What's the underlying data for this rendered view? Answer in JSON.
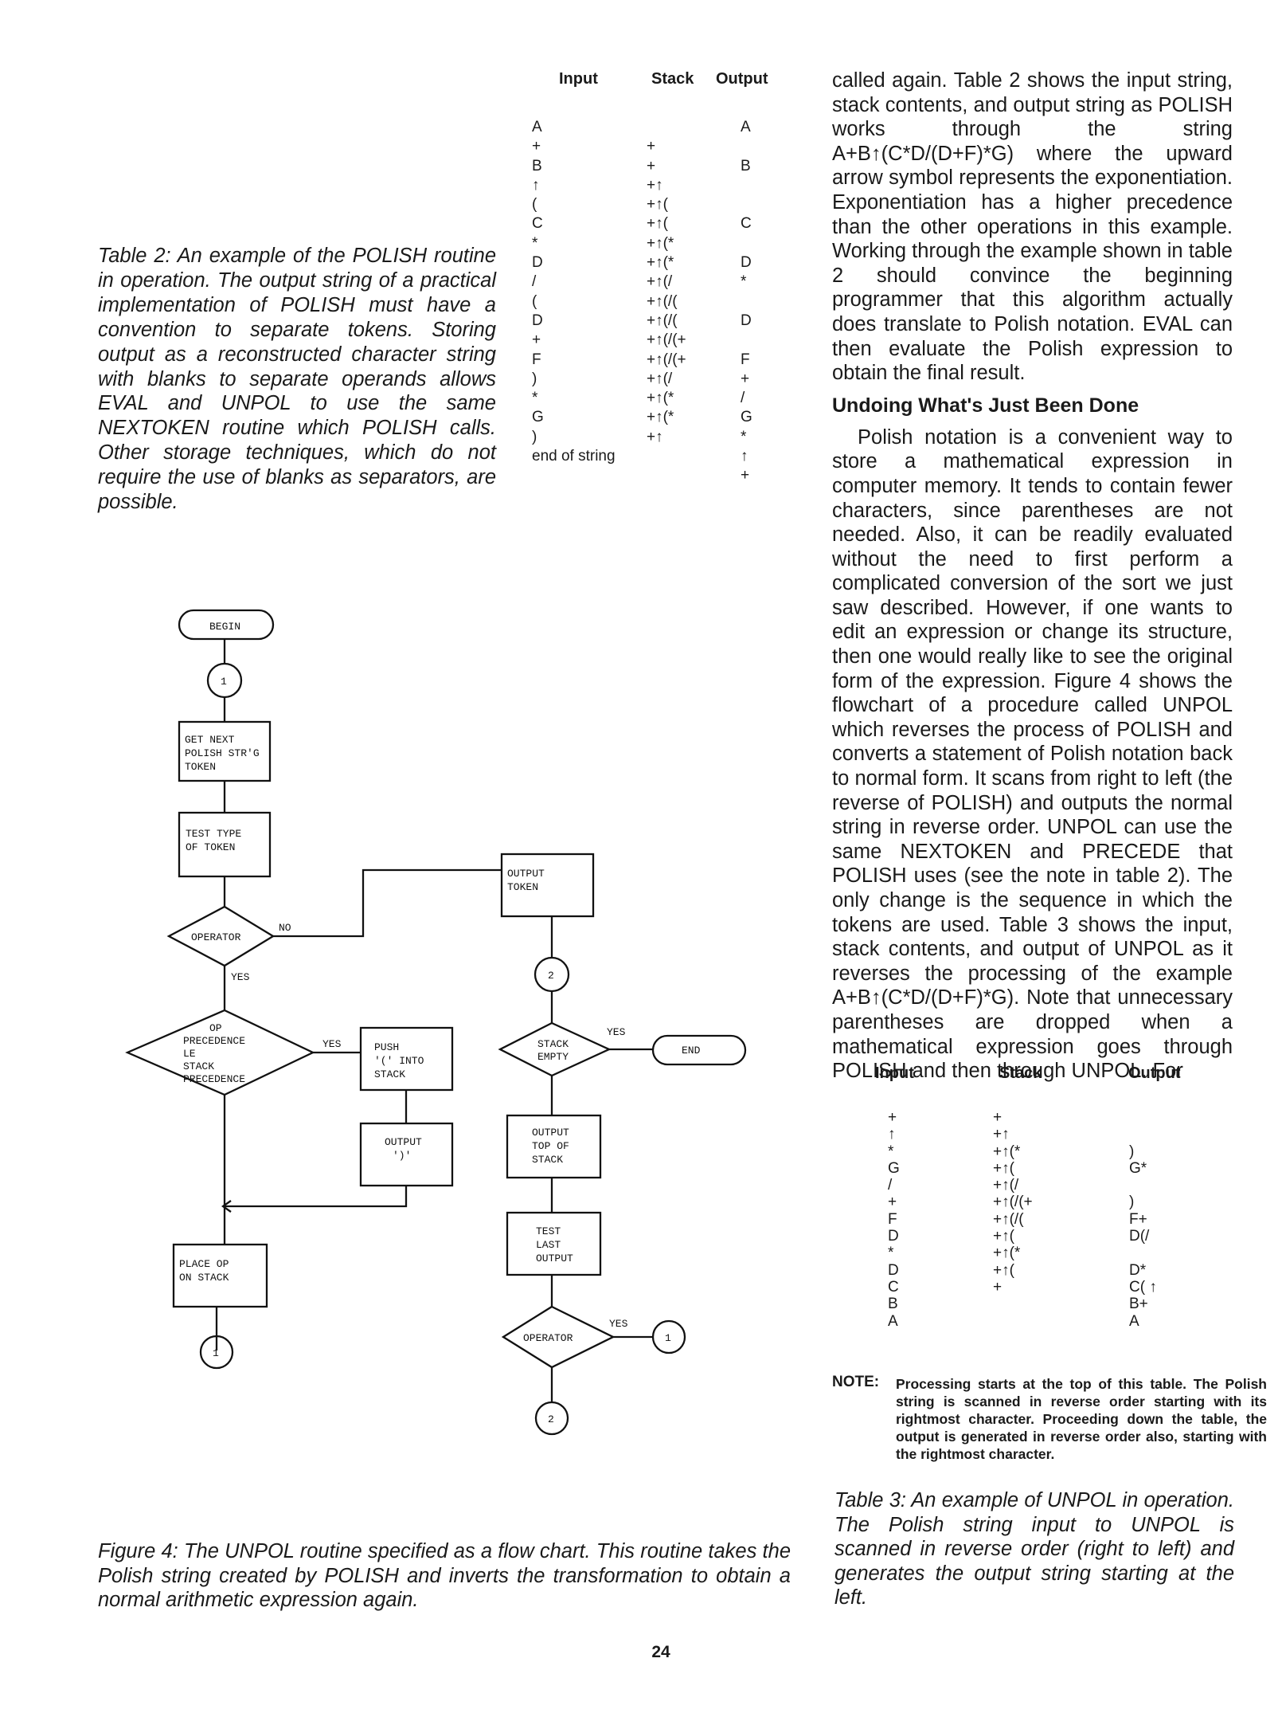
{
  "table2": {
    "headers": {
      "input": "Input",
      "stack": "Stack",
      "output": "Output"
    },
    "input_col": "A\n+\nB\n↑\n(\nC\n*\nD\n/\n(\nD\n+\nF\n)\n*\nG\n)\nend of string",
    "stack_col": "\n+\n+\n+↑\n+↑(\n+↑(\n+↑(*\n+↑(*\n+↑(/\n+↑(/(\n+↑(/(\n+↑(/(+\n+↑(/(+\n+↑(/\n+↑(*\n+↑(*\n+↑",
    "output_col": "A\n\nB\n\n\nC\n\nD\n*\n\nD\n\nF\n+\n/\nG\n*\n↑\n+"
  },
  "caption_table2": "Table 2: An example of the POLISH routine in operation. The output string of a practical implementation of POLISH must have a convention to separate tokens. Storing output as a reconstructed character string with blanks to separate operands allows EVAL and UNPOL to use the same NEXTOKEN routine which POLISH calls. Other storage techniques, which do not require the use of blanks as separators, are possible.",
  "right_column": {
    "para1": "called again. Table 2 shows the input string, stack contents, and output string as POLISH works through the string A+B↑(C*D/(D+F)*G) where the upward arrow symbol represents the exponentiation. Exponentiation has a higher precedence than the other operations in this example. Working through the example shown in table 2 should convince the beginning programmer that this algorithm actually does translate to Polish notation. EVAL can then evaluate the Polish expression to obtain the final result.",
    "heading": "Undoing What's Just Been Done",
    "para2": "Polish notation is a convenient way to store a mathematical expression in computer memory. It tends to contain fewer characters, since parentheses are not needed. Also, it can be readily evaluated without the need to first perform a complicated conversion of the sort we just saw described. However, if one wants to edit an expression or change its structure, then one would really like to see the original form of the expression. Figure 4 shows the flowchart of a procedure called UNPOL which reverses the process of POLISH and converts a statement of Polish notation back to normal form. It scans from right to left (the reverse of POLISH) and outputs the normal string in reverse order. UNPOL can use the same NEXTOKEN and PRECEDE that POLISH uses (see the note in table 2). The only change is the sequence in which the tokens are used. Table 3 shows the input, stack contents, and output of UNPOL as it reverses the processing of the example A+B↑(C*D/(D+F)*G). Note that unnecessary parentheses are dropped when a mathematical expression goes through POLISH and then through UNPOL. For"
  },
  "table3": {
    "headers": {
      "input": "Input",
      "stack": "Stack",
      "output": "Output"
    },
    "input_col": "+\n↑\n*\nG\n/\n+\nF\nD\n*\nD\nC\nB\nA",
    "stack_col": "+\n+↑\n+↑(*\n+↑(\n+↑(/\n+↑(/(+\n+↑(/(\n+↑(\n+↑(*\n+↑(\n+",
    "output_col": "\n\n)\nG*\n\n)\nF+\nD(/\n\nD*\nC( ↑\nB+\nA"
  },
  "note": {
    "label": "NOTE:",
    "text": "Processing starts at the top of this table. The Polish string is scanned in reverse order starting with its rightmost character. Proceeding down the table, the output is generated in reverse order also, starting with the rightmost character."
  },
  "caption_table3": "Table 3: An example of UNPOL in operation. The Polish string input to UNPOL is scanned in reverse order (right to left) and generates the output string starting at the left.",
  "caption_figure4": "Figure 4: The UNPOL routine specified as a flow chart. This routine takes the Polish string created by POLISH and inverts the transformation to obtain a normal arithmetic expression again.",
  "page_number": "24",
  "flowchart": {
    "begin": "BEGIN",
    "connector_1": "1",
    "connector_2": "2",
    "get_next_1": "GET NEXT",
    "get_next_2": "POLISH STR'G",
    "get_next_3": "TOKEN",
    "test_type_1": "TEST TYPE",
    "test_type_2": "OF TOKEN",
    "operator": "OPERATOR",
    "no": "NO",
    "yes": "YES",
    "op_prec_1": "OP",
    "op_prec_2": "PRECEDENCE",
    "op_prec_3": "LE",
    "op_prec_4": "STACK",
    "op_prec_5": "PRECEDENCE",
    "push_1": "PUSH",
    "push_2": "'(' INTO",
    "push_3": "STACK",
    "output_paren_1": "OUTPUT",
    "output_paren_2": "')'",
    "place_op_1": "PLACE OP",
    "place_op_2": "ON STACK",
    "output_token_1": "OUTPUT",
    "output_token_2": "TOKEN",
    "stack_empty_1": "STACK",
    "stack_empty_2": "EMPTY",
    "end": "END",
    "output_top_1": "OUTPUT",
    "output_top_2": "TOP OF",
    "output_top_3": "STACK",
    "test_last_1": "TEST",
    "test_last_2": "LAST",
    "test_last_3": "OUTPUT"
  }
}
